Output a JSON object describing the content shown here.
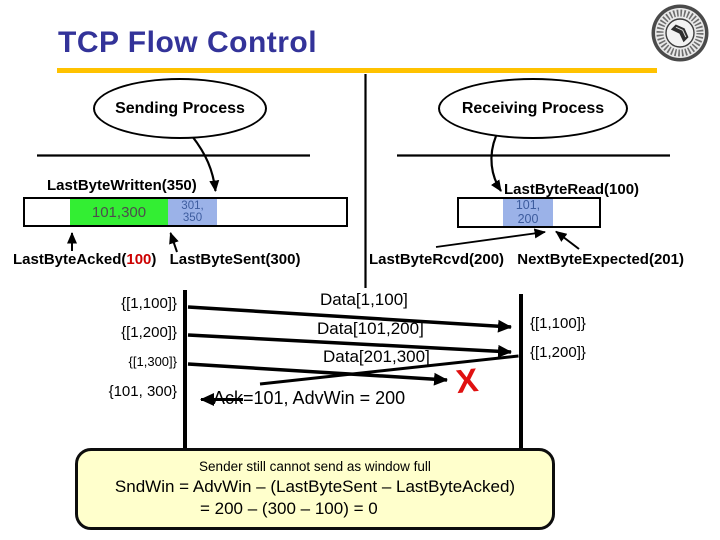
{
  "title": "TCP Flow Control",
  "colors": {
    "title_blue": "#333399",
    "underline_gold": "#FFC200",
    "window_green": "#33EE33",
    "buffer_blue": "#9BB2E8",
    "alert_red": "#CC0000",
    "note_bg": "#FFFFCC"
  },
  "sender": {
    "process_label": "Sending Process",
    "written_label": "LastByteWritten(350)",
    "buffer": {
      "sent_cell": "101,300",
      "unsent_cell_line1": "301,",
      "unsent_cell_line2": "350"
    },
    "acked_prefix": "LastByteAcked(",
    "acked_value": "100",
    "acked_suffix": ")",
    "sent_label": "LastByteSent(300)"
  },
  "receiver": {
    "process_label": "Receiving Process",
    "read_label": "LastByteRead(100)",
    "buffer": {
      "cell_line1": "101,",
      "cell_line2": "200"
    },
    "rcvd_label": "LastByteRcvd(200)",
    "expected_label": "NextByteExpected(201)"
  },
  "timeline": {
    "sender_states": [
      "{[1,100]}",
      "{[1,200]}",
      "{[1,300]}",
      "{101, 300}"
    ],
    "messages": [
      "Data[1,100]",
      "Data[101,200]",
      "Data[201,300]"
    ],
    "ack_label": "Ack=101, AdvWin = 200",
    "receiver_states": [
      "{[1,100]}",
      "{[1,200]}"
    ],
    "lost_marker": "X"
  },
  "note": {
    "line1": "Sender still cannot send as window full",
    "line2": "SndWin = AdvWin – (LastByteSent – LastByteAcked)",
    "line3": "= 200 – (300 – 100) = 0"
  }
}
